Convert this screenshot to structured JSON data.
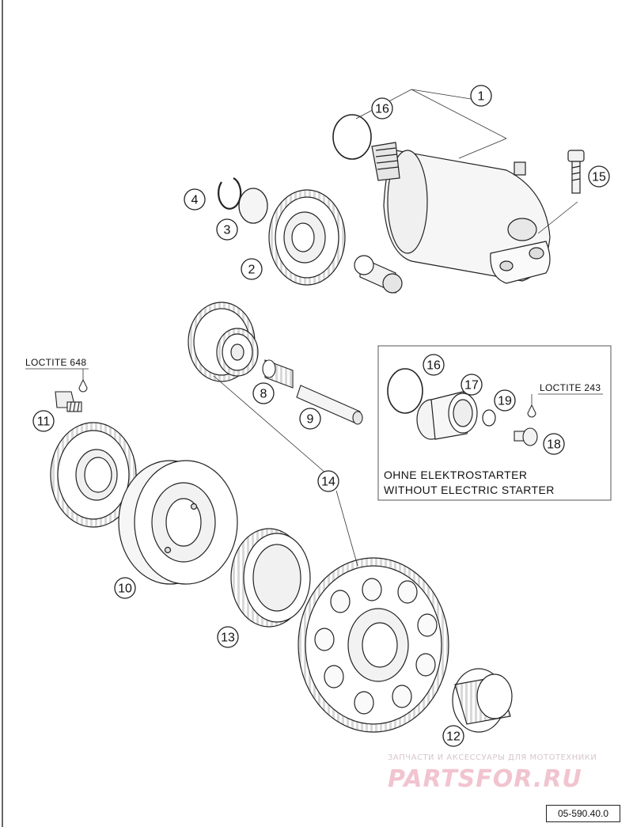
{
  "diagram": {
    "callouts": [
      "1",
      "2",
      "3",
      "4",
      "8",
      "9",
      "10",
      "11",
      "12",
      "13",
      "14",
      "15",
      "16",
      "16",
      "17",
      "18",
      "19"
    ],
    "loctite_left": "LOCTITE 648",
    "loctite_right": "LOCTITE 243",
    "inset_line1": "OHNE ELEKTROSTARTER",
    "inset_line2": "WITHOUT ELECTRIC STARTER",
    "watermark_small": "ЗАПЧАСТИ И АКСЕССУАРЫ ДЛЯ МОТОТЕХНИКИ",
    "watermark_big": "PARTSFOR.RU",
    "part_code": "05-590.40.0"
  }
}
